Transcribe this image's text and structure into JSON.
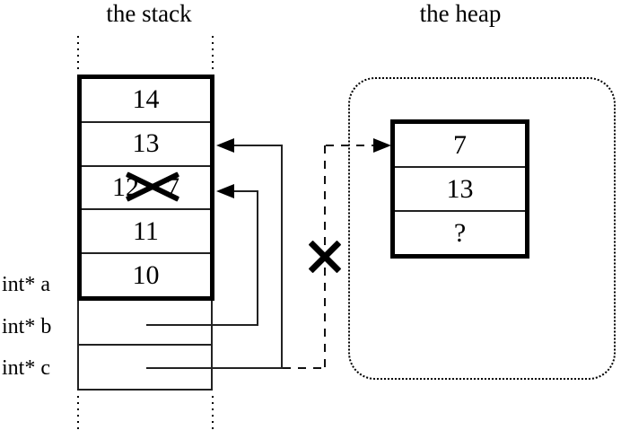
{
  "stack": {
    "title": "the stack",
    "cells": [
      {
        "value": "14"
      },
      {
        "value": "13"
      },
      {
        "value": "12",
        "crossed_out": true,
        "replacement": "7"
      },
      {
        "value": "11"
      },
      {
        "value": "10"
      }
    ],
    "pointer_labels": [
      {
        "label": "int* a"
      },
      {
        "label": "int* b"
      },
      {
        "label": "int* c"
      }
    ]
  },
  "heap": {
    "title": "the heap",
    "cells": [
      {
        "value": "7"
      },
      {
        "value": "13"
      },
      {
        "value": "?"
      }
    ]
  },
  "colors": {
    "ink": "#000000",
    "background": "#ffffff"
  }
}
